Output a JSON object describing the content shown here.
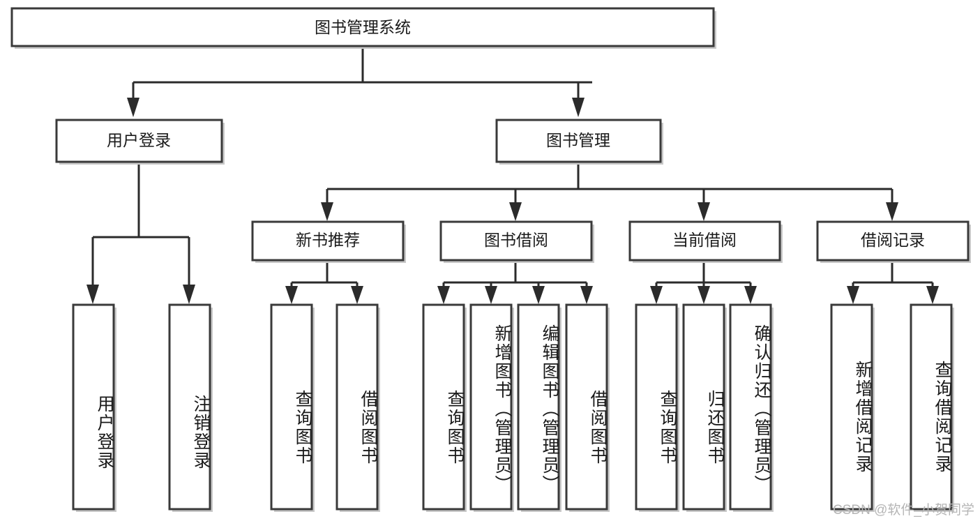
{
  "diagram": {
    "type": "tree-hierarchy-chart",
    "title": "图书管理系统",
    "background_color": "#ffffff",
    "box_stroke_color": "#3a3a3a",
    "connector_color": "#2b2b2b",
    "text_color": "#1a1a1a",
    "levels": 4,
    "root": {
      "id": "root",
      "label": "图书管理系统",
      "orientation": "horizontal"
    },
    "level2": [
      {
        "id": "user-login",
        "label": "用户登录",
        "orientation": "horizontal"
      },
      {
        "id": "book-management",
        "label": "图书管理",
        "orientation": "horizontal"
      }
    ],
    "level3": [
      {
        "id": "new-book-recommend",
        "label": "新书推荐",
        "orientation": "horizontal",
        "parent": "book-management"
      },
      {
        "id": "book-borrow",
        "label": "图书借阅",
        "orientation": "horizontal",
        "parent": "book-management"
      },
      {
        "id": "current-borrow",
        "label": "当前借阅",
        "orientation": "horizontal",
        "parent": "book-management"
      },
      {
        "id": "borrow-record",
        "label": "借阅记录",
        "orientation": "horizontal",
        "parent": "book-management"
      }
    ],
    "leaves": [
      {
        "id": "leaf-user-login",
        "label": "用户登录",
        "parent": "user-login",
        "orientation": "vertical"
      },
      {
        "id": "leaf-user-logout",
        "label": "注销登录",
        "parent": "user-login",
        "orientation": "vertical"
      },
      {
        "id": "leaf-query-book-1",
        "label": "查询图书",
        "parent": "new-book-recommend",
        "orientation": "vertical"
      },
      {
        "id": "leaf-borrow-book-1",
        "label": "借阅图书",
        "parent": "new-book-recommend",
        "orientation": "vertical"
      },
      {
        "id": "leaf-query-book-2",
        "label": "查询图书",
        "parent": "book-borrow",
        "orientation": "vertical"
      },
      {
        "id": "leaf-add-book",
        "label": "新增图书（管理员）",
        "parent": "book-borrow",
        "orientation": "vertical"
      },
      {
        "id": "leaf-edit-book",
        "label": "编辑图书（管理员）",
        "parent": "book-borrow",
        "orientation": "vertical"
      },
      {
        "id": "leaf-borrow-book-2",
        "label": "借阅图书",
        "parent": "book-borrow",
        "orientation": "vertical"
      },
      {
        "id": "leaf-query-book-3",
        "label": "查询图书",
        "parent": "current-borrow",
        "orientation": "vertical"
      },
      {
        "id": "leaf-return-book",
        "label": "归还图书",
        "parent": "current-borrow",
        "orientation": "vertical"
      },
      {
        "id": "leaf-confirm-return",
        "label": "确认归还（管理员）",
        "parent": "current-borrow",
        "orientation": "vertical"
      },
      {
        "id": "leaf-add-record",
        "label": "新增借阅记录",
        "parent": "borrow-record",
        "orientation": "vertical"
      },
      {
        "id": "leaf-query-record",
        "label": "查询借阅记录",
        "parent": "borrow-record",
        "orientation": "vertical"
      }
    ]
  },
  "watermark": {
    "text": "CSDN @软件_小贺同学"
  }
}
